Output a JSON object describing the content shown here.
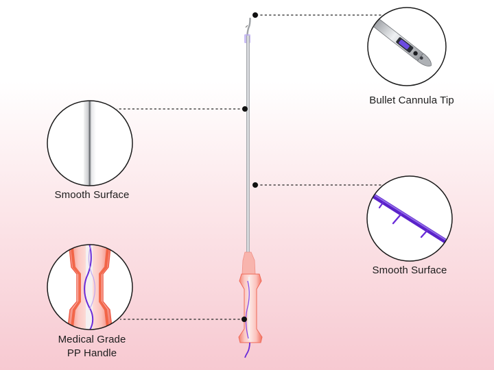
{
  "callouts": {
    "tip": {
      "label": "Bullet Cannula Tip",
      "icon": "bullet-cannula-tip-icon"
    },
    "shaft": {
      "label": "Smooth Surface",
      "icon": "smooth-shaft-icon"
    },
    "thread": {
      "label": "Smooth Surface",
      "icon": "barbed-thread-icon"
    },
    "handle": {
      "label_line1": "Medical Grade",
      "label_line2": "PP Handle",
      "icon": "pp-handle-icon"
    }
  },
  "colors": {
    "background_top": "#ffffff",
    "background_bottom": "#f7c9d1",
    "needle": "#b9bcc0",
    "thread": "#6a2bd8",
    "handle": "#f6a3a6",
    "handle_accent": "#f04e23",
    "leader": "#222222"
  }
}
